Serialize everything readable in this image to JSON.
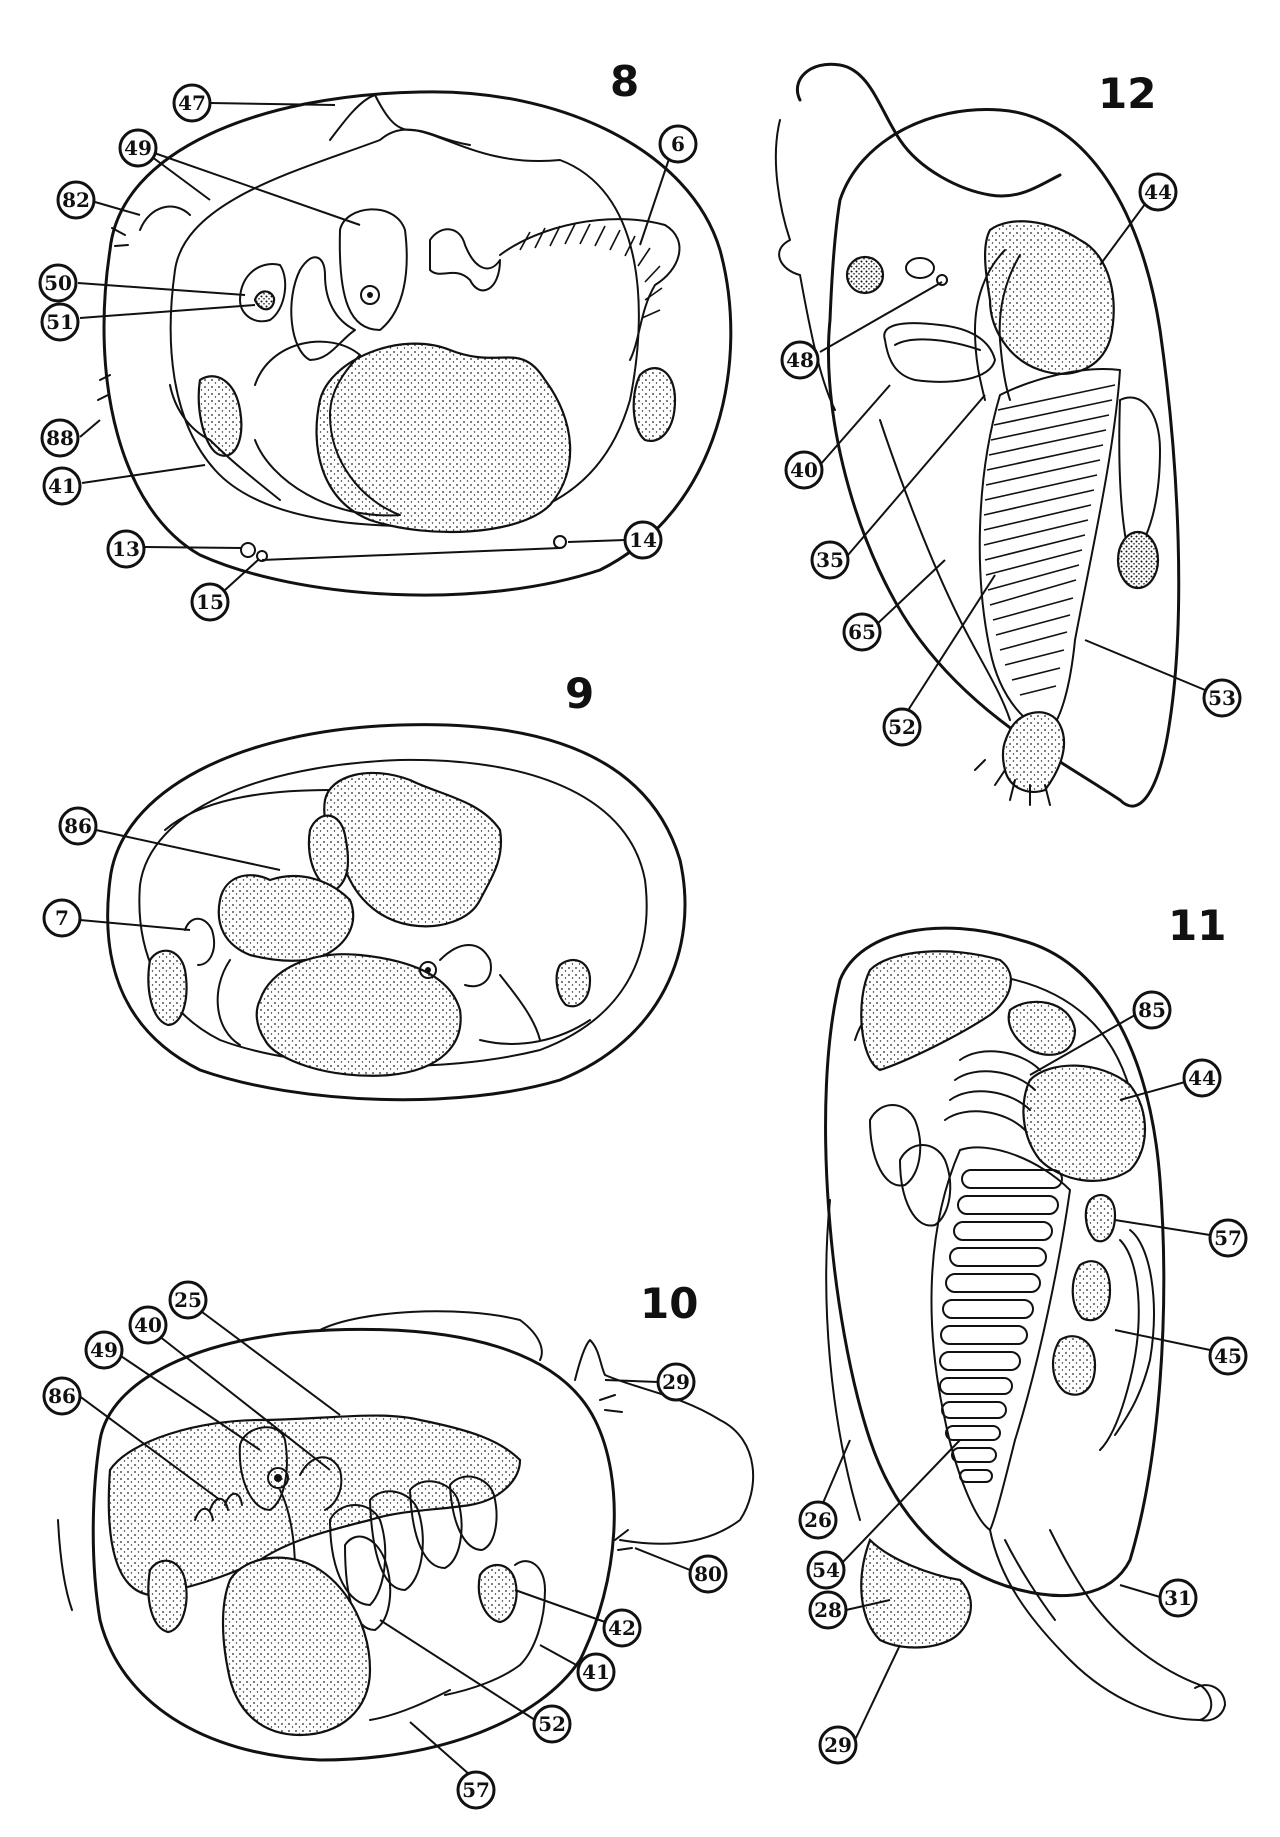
{
  "figures": [
    {
      "id": "fig8",
      "number": "8",
      "labels": [
        "47",
        "49",
        "6",
        "82",
        "50",
        "51",
        "88",
        "41",
        "13",
        "14",
        "15"
      ]
    },
    {
      "id": "fig9",
      "number": "9",
      "labels": [
        "86",
        "7"
      ]
    },
    {
      "id": "fig10",
      "number": "10",
      "labels": [
        "25",
        "40",
        "49",
        "86",
        "29",
        "80",
        "42",
        "41",
        "52",
        "57"
      ]
    },
    {
      "id": "fig11",
      "number": "11",
      "labels": [
        "85",
        "44",
        "57",
        "45",
        "26",
        "54",
        "28",
        "31",
        "29"
      ]
    },
    {
      "id": "fig12",
      "number": "12",
      "labels": [
        "44",
        "48",
        "40",
        "35",
        "65",
        "52",
        "53"
      ]
    }
  ]
}
